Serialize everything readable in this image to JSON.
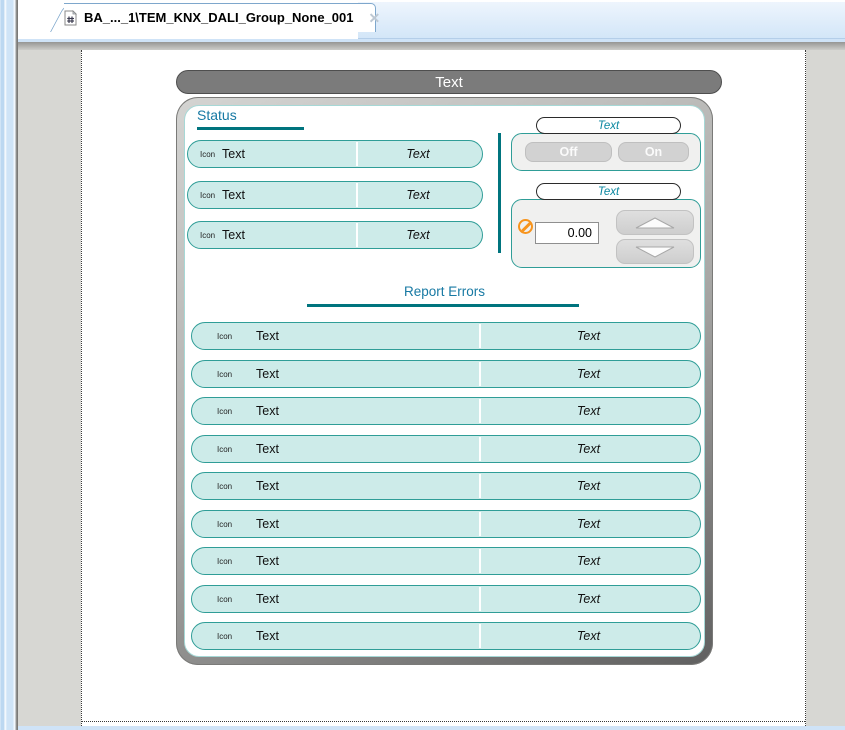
{
  "window": {
    "tab": {
      "title": "BA_..._1\\TEM_KNX_DALI_Group_None_001",
      "close_glyph": "✕"
    }
  },
  "colors": {
    "accent_teal_border": "#2f9d97",
    "teal_row_fill": "#cdebe9",
    "heading_text": "#1779a3",
    "heading_underline": "#00747e",
    "header_pill_fill": "#7b7b7b",
    "no_entry_orange": "#f7941d",
    "chrome_blue": "#cfe3f7"
  },
  "canvas": {
    "header_title": "Text",
    "status": {
      "heading": "Status",
      "rows": [
        {
          "icon_label": "Icon",
          "name": "Text",
          "value": "Text"
        },
        {
          "icon_label": "Icon",
          "name": "Text",
          "value": "Text"
        },
        {
          "icon_label": "Icon",
          "name": "Text",
          "value": "Text"
        }
      ]
    },
    "switch_group": {
      "title": "Text",
      "off_label": "Off",
      "on_label": "On"
    },
    "spinner_group": {
      "title": "Text",
      "value": "0.00"
    },
    "report": {
      "heading": "Report Errors",
      "rows": [
        {
          "icon_label": "Icon",
          "name": "Text",
          "value": "Text"
        },
        {
          "icon_label": "Icon",
          "name": "Text",
          "value": "Text"
        },
        {
          "icon_label": "Icon",
          "name": "Text",
          "value": "Text"
        },
        {
          "icon_label": "Icon",
          "name": "Text",
          "value": "Text"
        },
        {
          "icon_label": "Icon",
          "name": "Text",
          "value": "Text"
        },
        {
          "icon_label": "Icon",
          "name": "Text",
          "value": "Text"
        },
        {
          "icon_label": "Icon",
          "name": "Text",
          "value": "Text"
        },
        {
          "icon_label": "Icon",
          "name": "Text",
          "value": "Text"
        },
        {
          "icon_label": "Icon",
          "name": "Text",
          "value": "Text"
        }
      ]
    }
  }
}
